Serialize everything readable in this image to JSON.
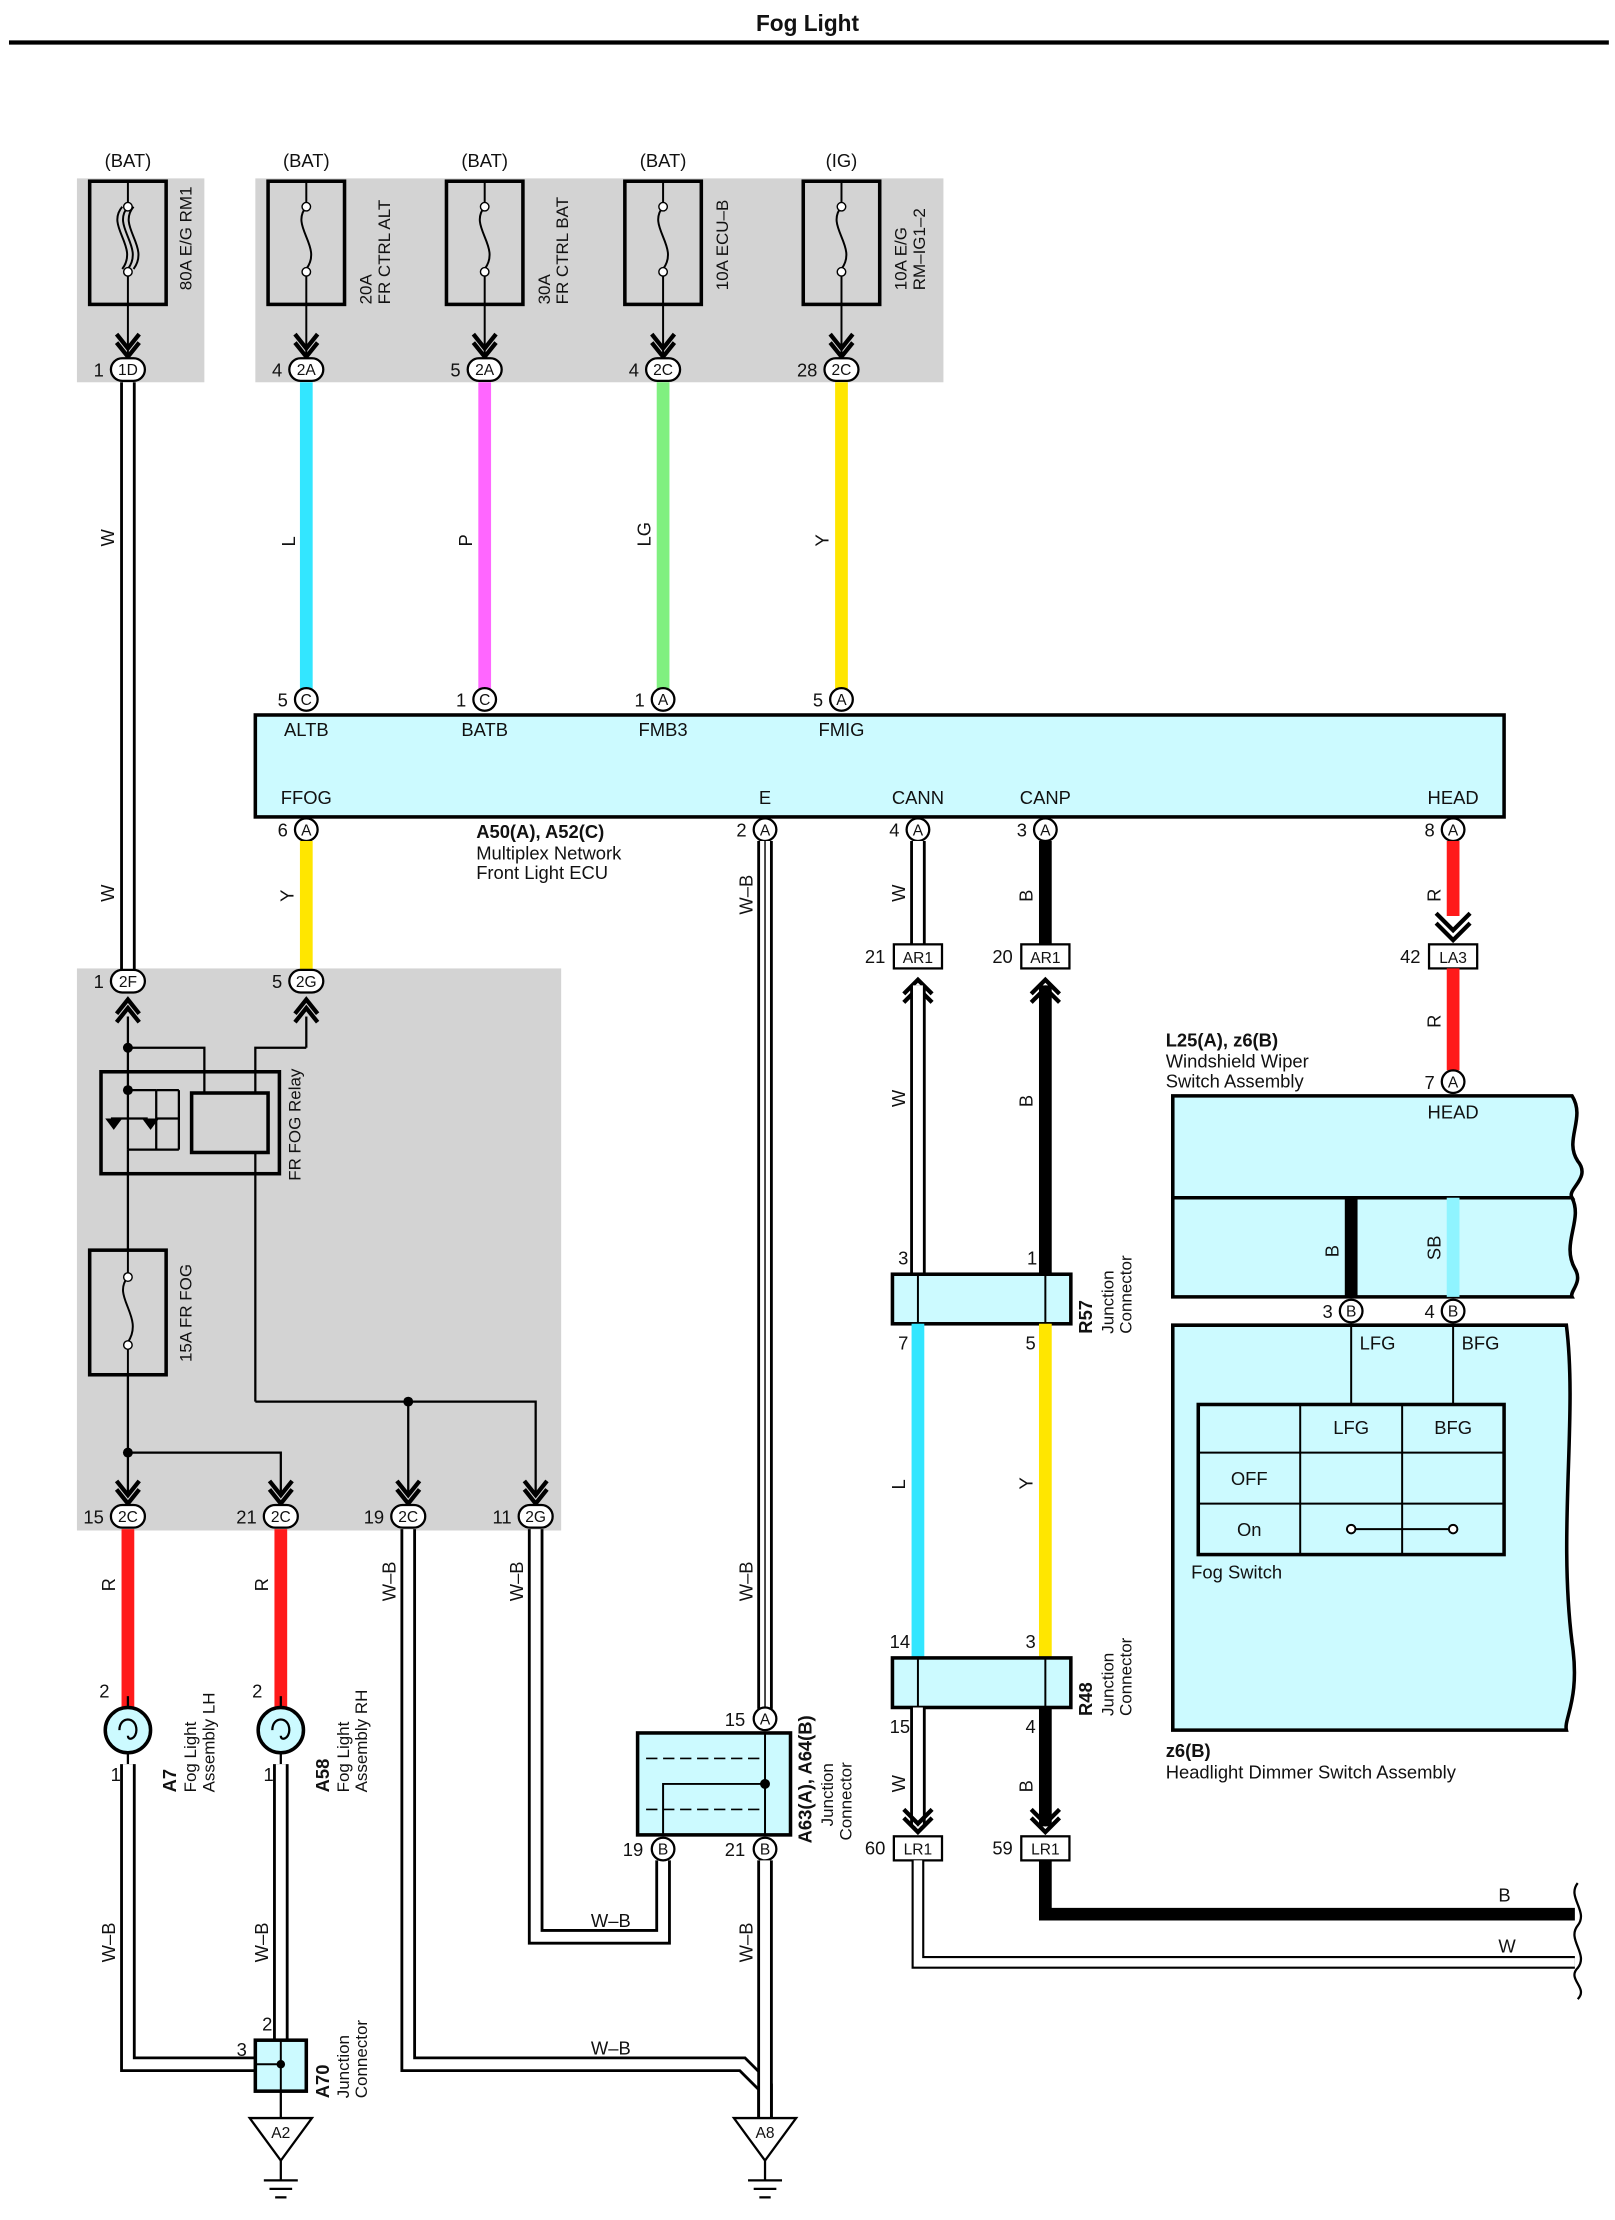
{
  "title": "Fog Light",
  "colors": {
    "L": "#33e6ff",
    "P": "#ff66ff",
    "LG": "#80f080",
    "Y": "#ffe600",
    "R": "#ff1a1a",
    "B": "#000000",
    "SB": "#8ff4ff",
    "W": "#ffffff",
    "component": "#ccfaff",
    "fuse_area": "#d3d3d3"
  },
  "sources": [
    "(BAT)",
    "(BAT)",
    "(BAT)",
    "(BAT)",
    "(IG)"
  ],
  "fuses": [
    {
      "line1": "80A E/G RM1",
      "line2": ""
    },
    {
      "line1": "20A",
      "line2": "FR CTRL ALT"
    },
    {
      "line1": "30A",
      "line2": "FR CTRL BAT"
    },
    {
      "line1": "10A ECU–B",
      "line2": ""
    },
    {
      "line1": "10A E/G",
      "line2": "RM–IG1–2"
    }
  ],
  "fuse_pins": [
    {
      "num": "1",
      "conn": "1D"
    },
    {
      "num": "4",
      "conn": "2A"
    },
    {
      "num": "5",
      "conn": "2A"
    },
    {
      "num": "4",
      "conn": "2C"
    },
    {
      "num": "28",
      "conn": "2C"
    }
  ],
  "wire_colors_top": [
    "W",
    "L",
    "P",
    "LG",
    "Y"
  ],
  "ecu": {
    "top_pins": [
      {
        "num": "5",
        "letter": "C",
        "name": "ALTB"
      },
      {
        "num": "1",
        "letter": "C",
        "name": "BATB"
      },
      {
        "num": "1",
        "letter": "A",
        "name": "FMB3"
      },
      {
        "num": "5",
        "letter": "A",
        "name": "FMIG"
      }
    ],
    "bottom_pins": [
      {
        "num": "6",
        "letter": "A",
        "name": "FFOG"
      },
      {
        "num": "2",
        "letter": "A",
        "name": "E"
      },
      {
        "num": "4",
        "letter": "A",
        "name": "CANN"
      },
      {
        "num": "3",
        "letter": "A",
        "name": "CANP"
      },
      {
        "num": "8",
        "letter": "A",
        "name": "HEAD"
      }
    ],
    "ref": "A50(A), A52(C)",
    "name1": "Multiplex Network",
    "name2": "Front Light ECU"
  },
  "wire_colors_mid": {
    "w_left": "W",
    "ffog": "Y",
    "e": "W–B",
    "cann": "W",
    "canp": "B",
    "head": "R"
  },
  "relay_pins": [
    {
      "num": "1",
      "conn": "2F"
    },
    {
      "num": "5",
      "conn": "2G"
    }
  ],
  "relay_label": "FR FOG Relay",
  "fog_fuse": "15A FR FOG",
  "bottom_jb_pins": [
    {
      "num": "15",
      "conn": "2C"
    },
    {
      "num": "21",
      "conn": "2C"
    },
    {
      "num": "19",
      "conn": "2C"
    },
    {
      "num": "11",
      "conn": "2G"
    }
  ],
  "ar1": [
    {
      "num": "21",
      "conn": "AR1"
    },
    {
      "num": "20",
      "conn": "AR1"
    }
  ],
  "la3": {
    "num": "42",
    "conn": "LA3"
  },
  "wiper_switch": {
    "ref": "L25(A), z6(B)",
    "name1": "Windshield Wiper",
    "name2": "Switch Assembly",
    "pin_num": "7",
    "pin_letter": "A",
    "pin_name": "HEAD"
  },
  "sw_internal": {
    "b": "B",
    "sb": "SB"
  },
  "sw_pins": [
    {
      "num": "3",
      "letter": "B",
      "name": "LFG"
    },
    {
      "num": "4",
      "letter": "B",
      "name": "BFG"
    }
  ],
  "fog_switch": {
    "headers": [
      "LFG",
      "BFG"
    ],
    "rows": [
      "OFF",
      "On"
    ],
    "label": "Fog Switch"
  },
  "dimmer": {
    "ref": "z6(B)",
    "name": "Headlight Dimmer Switch Assembly"
  },
  "r57": {
    "ref": "R57",
    "name1": "Junction",
    "name2": "Connector",
    "pins": [
      "3",
      "1",
      "7",
      "5"
    ]
  },
  "r48": {
    "ref": "R48",
    "name1": "Junction",
    "name2": "Connector",
    "pins": [
      "14",
      "3",
      "15",
      "4"
    ]
  },
  "wire_colors_lower": {
    "w_r57": "W",
    "b_r57": "B",
    "l": "L",
    "y": "Y",
    "w_lr1": "W",
    "b_lr1": "B",
    "r_la3": "R"
  },
  "lr1": [
    {
      "num": "60",
      "conn": "LR1"
    },
    {
      "num": "59",
      "conn": "LR1"
    }
  ],
  "exit_wires": [
    "B",
    "W"
  ],
  "fog_lh": {
    "ref": "A7",
    "name1": "Fog Light",
    "name2": "Assembly LH",
    "pin_top": "2",
    "pin_bot": "1"
  },
  "fog_rh": {
    "ref": "A58",
    "name1": "Fog Light",
    "name2": "Assembly RH",
    "pin_top": "2",
    "pin_bot": "1"
  },
  "wire_colors_bottom": {
    "r1": "R",
    "r2": "R",
    "wb1": "W–B",
    "wb2": "W–B",
    "wb_e": "W–B",
    "wb_lh": "W–B",
    "wb_rh": "W–B",
    "wb_a8": "W–B",
    "wb_h1": "W–B",
    "wb_h2": "W–B"
  },
  "a63": {
    "ref": "A63(A), A64(B)",
    "name1": "Junction",
    "name2": "Connector",
    "pin_top_num": "15",
    "pin_top_letter": "A",
    "pin_l_num": "19",
    "pin_l_letter": "B",
    "pin_r_num": "21",
    "pin_r_letter": "B"
  },
  "a70": {
    "ref": "A70",
    "name1": "Junction",
    "name2": "Connector",
    "pin3": "3",
    "pin2": "2"
  },
  "grounds": [
    "A2",
    "A8"
  ]
}
